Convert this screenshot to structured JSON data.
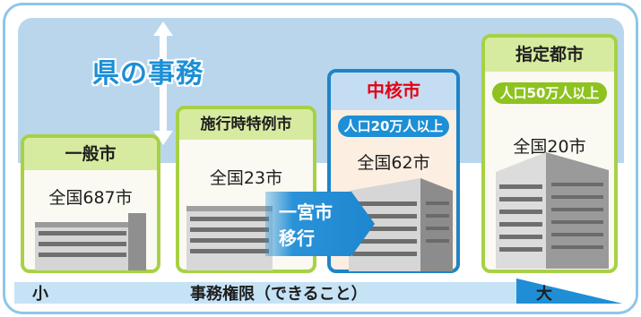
{
  "prefecture_label": "県の事務",
  "cities": [
    {
      "name": "一般市",
      "count": "全国687市"
    },
    {
      "name": "施行時特例市",
      "count": "全国23市"
    },
    {
      "name": "中核市",
      "tag": "人口20万人以上",
      "count": "全国62市"
    },
    {
      "name": "指定都市",
      "tag": "人口50万人以上",
      "count": "全国20市"
    }
  ],
  "transition": {
    "line1": "一宮市",
    "line2": "移行"
  },
  "axis": {
    "small": "小",
    "label": "事務権限（できること）",
    "large": "大"
  },
  "colors": {
    "sky": "#b9d6ec",
    "green_border": "#a7d145",
    "green_head": "#d7eba0",
    "blue": "#1d8fd6",
    "red": "#e60012",
    "axis_bar": "#1f8ed5"
  }
}
